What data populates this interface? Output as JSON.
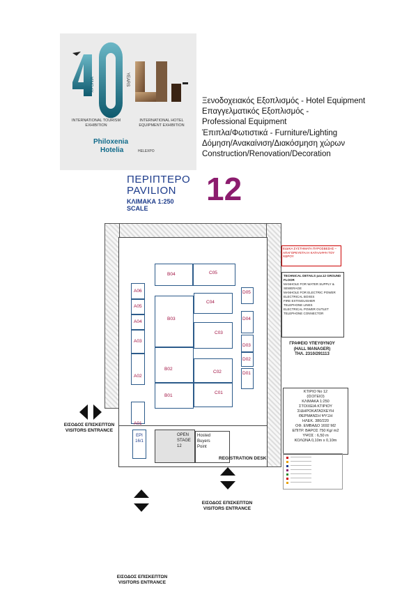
{
  "logo": {
    "number": "40",
    "years_word": "YEARS",
    "greek_years": "ΧΡΟΝΙΑ",
    "tourism_label": "INTERNATIONAL TOURISM EXHIBITION",
    "hotel_label": "INTERNATIONAL HOTEL EQUIPMENT EXHIBITION",
    "brand_1": "Philoxenia",
    "brand_2": "Hotelia",
    "brand_3": "HELEXPO"
  },
  "categories": [
    "Ξενοδοχειακός Εξοπλισμός - Hotel Equipment",
    "Επαγγελματικός Εξοπλισμός -",
    "Professional Equipment",
    "Έπιπλα/Φωτιστικά - Furniture/Lighting",
    "Δόμηση/Ανακαίνιση/Διακόσμηση χώρων",
    "Construction/Renovation/Decoration"
  ],
  "pavilion": {
    "greek": "ΠΕΡΙΠΤΕΡΟ",
    "english": "PAVILION",
    "scale_gr": "ΚΛΙΜΑΚΑ 1:250",
    "scale_en": "SCALE",
    "number": "12"
  },
  "booths": {
    "a": [
      "A06",
      "A05",
      "A04",
      "A03",
      "A02",
      "A01"
    ],
    "b": [
      "B04",
      "B03",
      "B02",
      "B01"
    ],
    "c": [
      "C05",
      "C04",
      "C03",
      "C02",
      "C01"
    ],
    "d": [
      "D05",
      "D04",
      "D03",
      "D02",
      "D01"
    ]
  },
  "stage": {
    "line1": "OPEN",
    "line2": "STAGE",
    "line3": "12"
  },
  "hosted_buyers": {
    "line1": "Hosted",
    "line2": "Buyers",
    "line3": "Point"
  },
  "registration": "REGISTRATION DESK",
  "info_booth": {
    "line1": "EPI",
    "line2": "16/1"
  },
  "entrances": {
    "gr": "ΕΙΣΟΔΟΣ ΕΠΙΣΚΕΠΤΩΝ",
    "en": "VISITORS ENTRANCE"
  },
  "office": {
    "line1": "ΓΡΑΦΕΙΟ ΥΠΕΥΘΥΝΟΥ",
    "line2": "(HALL MANAGER)",
    "line3": "ΤΗΛ. 2310/291113"
  },
  "building": {
    "title": "ΚΤΙΡΙΟ Νο 12",
    "subtitle": "(ΙΣΟΓΕΙΟ)",
    "lines": [
      "ΚΛΙΜΑΚΑ 1:250",
      "ΣΤΟΙΧΕΙΑ ΚΤΙΡΙΟΥ",
      "ΣΙΔΗΡΟΚΑΤΑΣΚΕΥΗ",
      "ΘΕΡΜΑΝΣΗ ΨΥΞΗ",
      "ΗΛΕΚ. 380/220",
      "ΟΦ. ΕΜΒΑΔΟ 1692 Μ2",
      "ΕΠΙΤΡ. ΒΑΡΟΣ 750 Kg/ m2",
      "ΥΨΟΣ : 6,50 m",
      "ΚΟΛΩΝΑ 0,10m x 0,10m"
    ]
  },
  "technical": {
    "title": "TECHNICAL DETAILS pav.12 GROUND FLOOR",
    "items": [
      "MANHOLE FOR WATER SUPPLY & SEWERAGE",
      "MANHOLE FOR ELECTRIC POWER",
      "ELECTRICAL BOXES",
      "FIRE EXTINGUISHER",
      "TELEPHONE LINES",
      "ELECTRICAL POWER OUTLET",
      "TELEPHONE CONNECTOR"
    ]
  },
  "warning_box": "ΕΙΔΙΚΑ ΣΥΣΤΗΜΑΤΑ ΠΥΡΟΣΒΕΣΗΣ – ΑΠΑΓΟΡΕΥΕΤΑΙ Η ΚΑΤΑΛΗΨΗ ΤΟΥ ΧΩΡΟΥ",
  "colors": {
    "pavilion_blue": "#1b3a8a",
    "number_purple": "#8c1c6e",
    "booth_line": "#2b5a8a",
    "booth_label": "#a01040"
  }
}
